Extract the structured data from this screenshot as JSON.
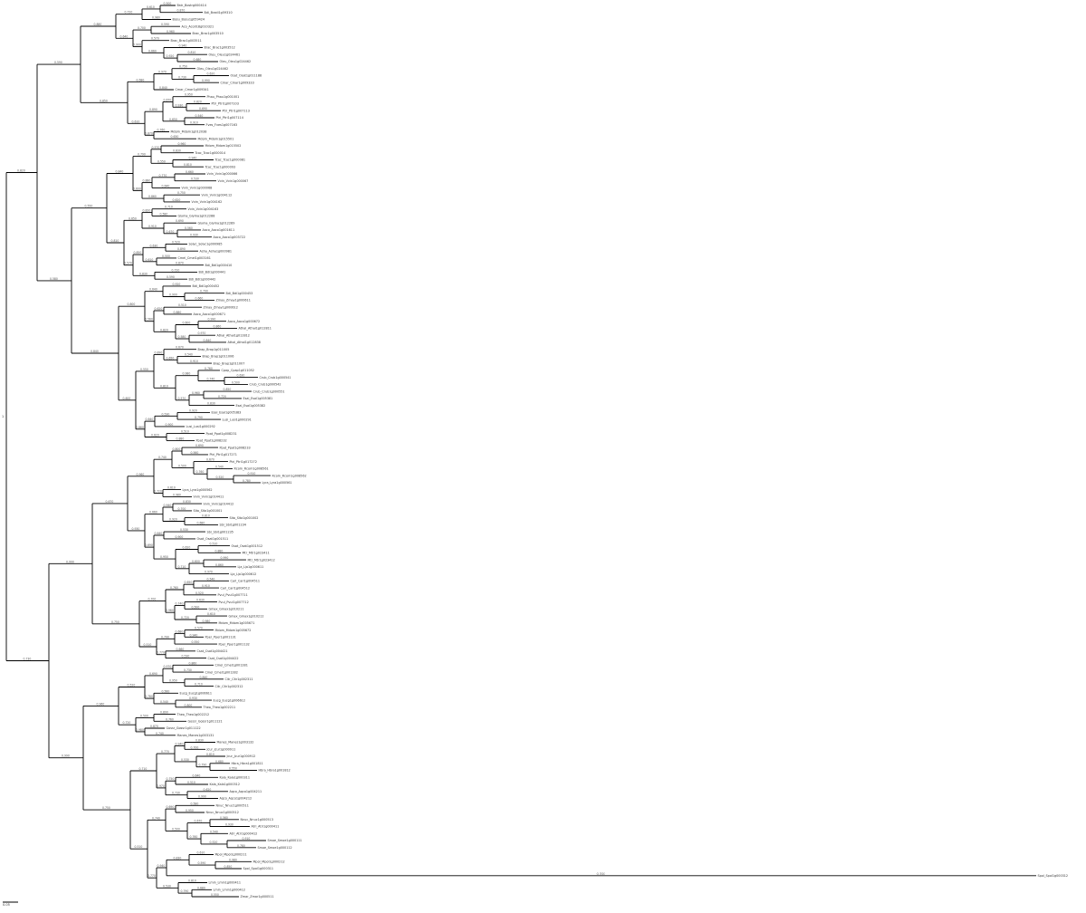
{
  "tree": {
    "scale_bar_label": "0.05",
    "root_marker": "1",
    "line_color": "#000000",
    "tips": [
      "Bstr_Bostrg000414",
      "Bdi_Bradi1g59310",
      "Bosu_Bosu1g059424",
      "Aco_Aco018g010321",
      "Brac_Brac1g003510",
      "Brac_Brac1g003511",
      "Brac_Brac1g003512",
      "Oleu_Oleu1g024461",
      "Oleu_Oleu1g024462",
      "Oleu_Oleu1g024462",
      "Osat_Osat1g011188",
      "Cmar_Cmar1g009333",
      "Cmar_Cmar1g009341",
      "Phau_Phau1g001001",
      "Ptri_Ptri1g007103",
      "Ptri_Ptri1g007113",
      "Ptri_Ptri1g007114",
      "Fves_Fves1g007163",
      "Mdom_Mdom1g012038",
      "Mdom_Mdom1g015501",
      "Mdom_Mdom1g015502",
      "Tcac_Tcac1g000014",
      "Tcac_Tcac1g000081",
      "Tcac_Tcac1g000093",
      "Vvin_Vvin1g000066",
      "Vvin_Vvin1g000067",
      "Vvin_Vvin1g000068",
      "Vvin_Vvin1g004112",
      "Vvin_Vvin1g004162",
      "Vvin_Vvin1g004163",
      "Glyma_Glyma1g012288",
      "Glyma_Glyma1g012289",
      "Aaco_Aaco1g001611",
      "Aaco_Aaco1g003722",
      "Solyc_Solyc1g000985",
      "Asha_Asha1g000981",
      "Cmel_Cmel1g003161",
      "Bdi_Bdi1g000410",
      "Bdi_Bdi1g000441",
      "Bdi_Bdi1g000442",
      "Bdi_Bdi1g000452",
      "Bdi_Bdi1g000453",
      "Zmay_Zmay1g000611",
      "Zmay_Zmay1g000612",
      "Aaco_Aaco1g000671",
      "Aaco_Aaco1g000672",
      "Athal_Athal1g012811",
      "Athal_Athal1g012812",
      "Athal_Athal1g012838",
      "Brap_Brap1g011005",
      "Brap_Brap1g011006",
      "Brap_Brap1g011007",
      "Cpap_Cpap1g011052",
      "Crub_Crub1g000541",
      "Crub_Crub1g000542",
      "Crub_Crub1g000551",
      "Esal_Esal1g005381",
      "Esal_Esal1g005382",
      "Esal_Esal1g005383",
      "Lusi_Lusi1g000291",
      "Lusi_Lusi1g000292",
      "Ppat_Ppat1g008231",
      "Ppat_Ppat1g008232",
      "Ppat_Ppat1g008233",
      "Ptri_Ptri1g017271",
      "Ptri_Ptri1g017272",
      "Rcom_Rcom1g008561",
      "Rcom_Rcom1g008562",
      "Lyra_Lyra1g000561",
      "Lyra_Lyra1g000562",
      "Vvin_Vvin1g014411",
      "Vvin_Vvin1g014412",
      "Sita_Sita1g001001",
      "Sita_Sita1g001002",
      "Sbi_Sbi1g001234",
      "Sbi_Sbi1g001235",
      "Osat_Osat1g001511",
      "Osat_Osat1g001512",
      "Mtr_Mtr1g023411",
      "Mtr_Mtr1g023412",
      "Lja_Lja1g000611",
      "Lja_Lja1g000612",
      "Cari_Cari1g004511",
      "Cari_Cari1g004512",
      "Pvul_Pvul1g007711",
      "Pvul_Pvul1g007712",
      "Gmax_Gmax1g010211",
      "Gmax_Gmax1g010212",
      "Mdom_Mdom1g005671",
      "Mdom_Mdom1g005672",
      "Pper_Pper1g001131",
      "Pper_Pper1g001132",
      "Csat_Csat1g004421",
      "Csat_Csat1g004422",
      "Cmel_Cmel1g001281",
      "Cmel_Cmel1g001282",
      "Citr_Citr1g002311",
      "Citr_Citr1g002312",
      "Eucg_Eucg1g006611",
      "Eucg_Eucg1g006612",
      "Theo_Theo1g002211",
      "Theo_Theo1g002212",
      "Gossr_Gossr1g011121",
      "Gossr_Gossr1g011122",
      "Manes_Manes1g003131",
      "Manes_Manes1g003132",
      "Jcur_Jcur1g000911",
      "Jcur_Jcur1g000912",
      "Hbra_Hbra1g001811",
      "Hbra_Hbra1g001812",
      "Kala_Kala1g000311",
      "Kala_Kala1g000312",
      "Aqco_Aqco1g004211",
      "Aqco_Aqco1g004212",
      "Nnuc_Nnuc1g000511",
      "Nnuc_Nnuc1g000512",
      "Nnuc_Nnuc1g000513",
      "Atri_Atri1g000411",
      "Atri_Atri1g000412",
      "Smoe_Smoe1g000111",
      "Smoe_Smoe1g000112",
      "Mpol_Mpol1g000211",
      "Mpol_Mpol1g000212",
      "Spol_Spol1g000311",
      "Spol_Spol1g000312",
      "Lmin_Lmin1g000411",
      "Lmin_Lmin1g000412",
      "Zmar_Zmar1g000511"
    ]
  }
}
